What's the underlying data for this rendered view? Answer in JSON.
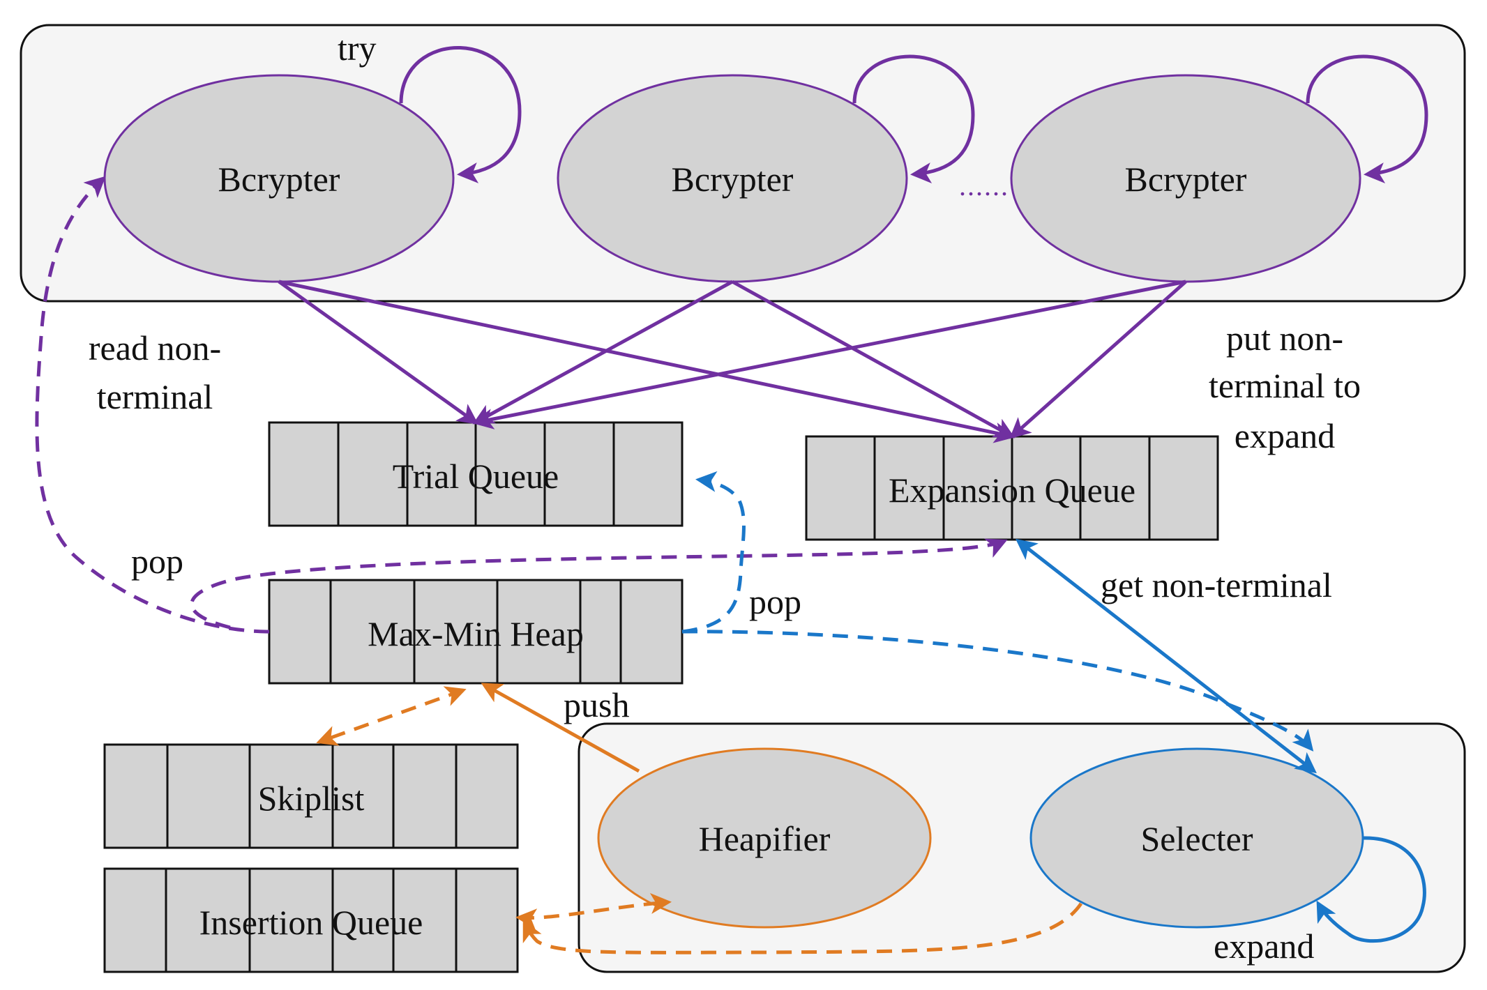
{
  "colors": {
    "purple": "#7030a0",
    "blue": "#1a77c9",
    "orange": "#e07b22",
    "node_fill": "#d3d3d3",
    "group_fill": "#f5f5f5",
    "outline": "#111111"
  },
  "nodes": {
    "bcrypter_1": "Bcrypter",
    "bcrypter_2": "Bcrypter",
    "bcrypter_3": "Bcrypter",
    "heapifier": "Heapifier",
    "selecter": "Selecter"
  },
  "ellipsis": "......",
  "queues": {
    "trial": "Trial Queue",
    "expansion": "Expansion Queue",
    "max_min_heap": "Max-Min Heap",
    "skiplist": "Skiplist",
    "insertion": "Insertion Queue"
  },
  "edge_labels": {
    "try": "try",
    "read_1": "read non-",
    "read_2": "terminal",
    "put_1": "put non-",
    "put_2": "terminal to",
    "put_3": "expand",
    "pop_purple": "pop",
    "pop_blue": "pop",
    "get": "get non-terminal",
    "push": "push",
    "expand": "expand"
  }
}
